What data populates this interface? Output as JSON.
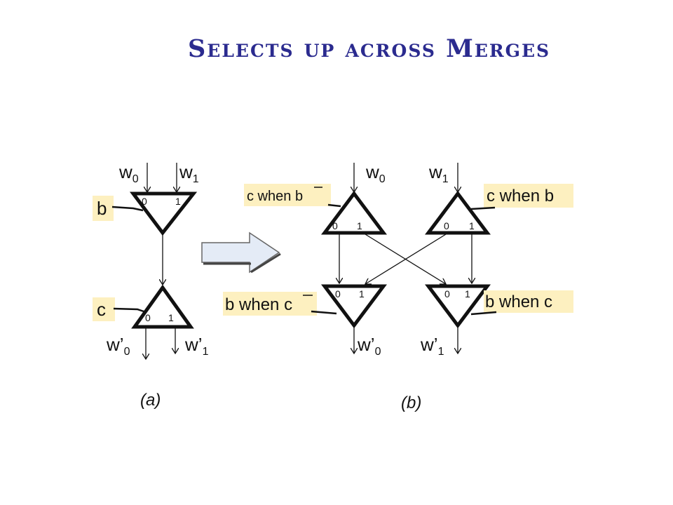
{
  "title": "Selects up across Merges",
  "colors": {
    "title": "#2b2b8f",
    "highlight": "#fdf0c0",
    "line": "#111111",
    "arrow_fill": "#e4ebf6",
    "arrow_stroke": "#666666"
  },
  "port_labels": {
    "zero": "0",
    "one": "1"
  },
  "diagram_a": {
    "inputs": {
      "w": "w",
      "sub0": "0",
      "sub1": "1"
    },
    "select_top": "b",
    "select_bottom": "c",
    "outputs": {
      "w": "w’",
      "sub0": "0",
      "sub1": "1"
    },
    "caption": "(a)"
  },
  "diagram_b": {
    "inputs": {
      "w": "w",
      "sub0": "0",
      "sub1": "1"
    },
    "top_left_select": {
      "prefix": "c when ",
      "barred": "b"
    },
    "top_right_select": "c when b",
    "bottom_left_select": {
      "prefix": "b when ",
      "barred": "c"
    },
    "bottom_right_select": "b when c",
    "outputs": {
      "w": "w’",
      "sub0": "0",
      "sub1": "1"
    },
    "caption": "(b)"
  }
}
